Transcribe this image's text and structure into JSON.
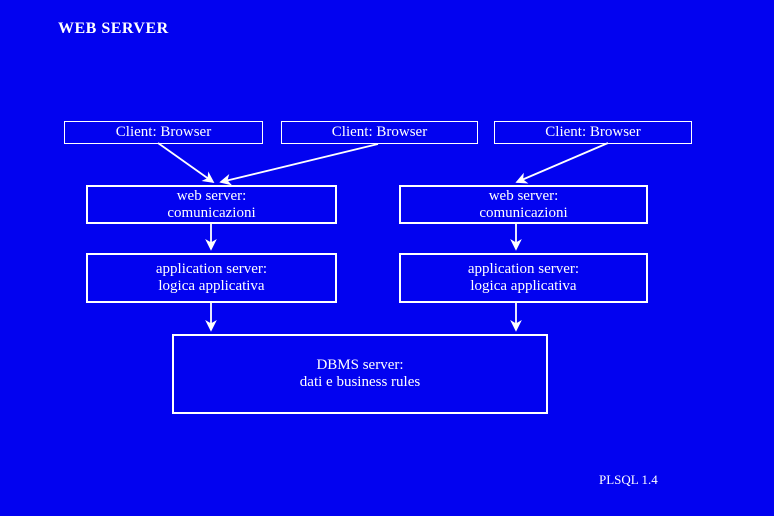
{
  "slide": {
    "title": "WEB SERVER",
    "footer": "PLSQL 1.4",
    "colors": {
      "background": "#0202f0",
      "box_border": "#ffffff",
      "text": "#ffffff",
      "arrow": "#ffffff"
    },
    "boxes": {
      "client_left": {
        "label": "Client: Browser"
      },
      "client_center": {
        "label": "Client: Browser"
      },
      "client_right": {
        "label": "Client: Browser"
      },
      "web_left": {
        "line1": "web server:",
        "line2": "comunicazioni"
      },
      "web_right": {
        "line1": "web server:",
        "line2": "comunicazioni"
      },
      "app_left": {
        "line1": "application server:",
        "line2": "logica applicativa"
      },
      "app_right": {
        "line1": "application server:",
        "line2": "logica applicativa"
      },
      "dbms": {
        "line1": "DBMS server:",
        "line2": "dati e business rules"
      }
    }
  }
}
